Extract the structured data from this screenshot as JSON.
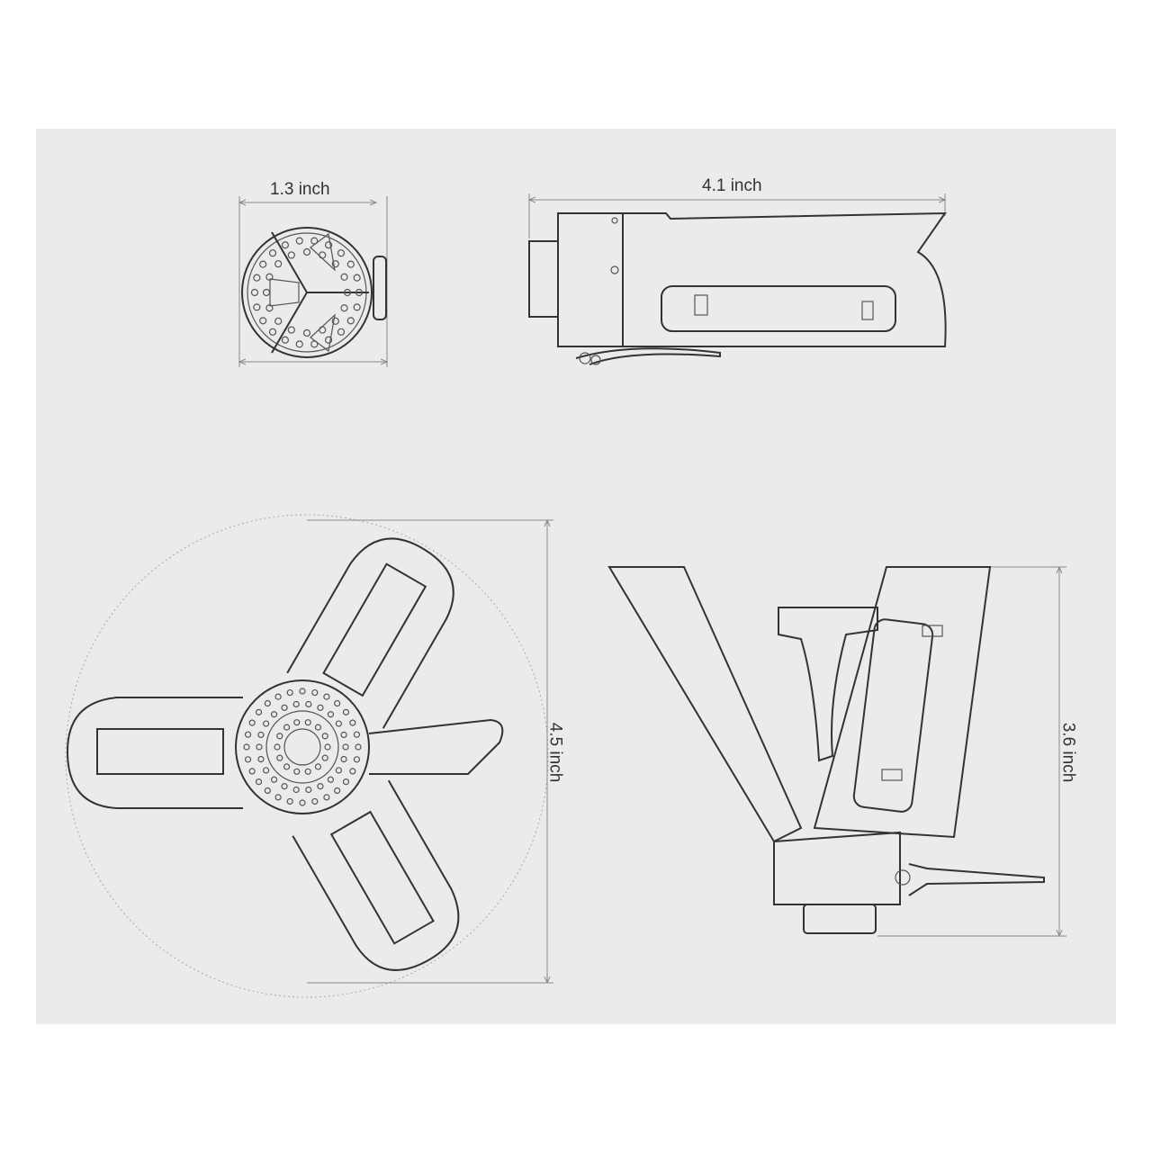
{
  "title": "Stove dimension diagram",
  "views": {
    "front_view": {
      "dimension_label": "1.3 inch"
    },
    "side_view_folded": {
      "dimension_label": "4.1 inch"
    },
    "top_view_open": {
      "dimension_label": "4.5 inch"
    },
    "side_view_open": {
      "dimension_label": "3.6 inch"
    }
  },
  "colors": {
    "panel": "#ebebeb",
    "line": "#333333",
    "dimension": "#888888"
  }
}
